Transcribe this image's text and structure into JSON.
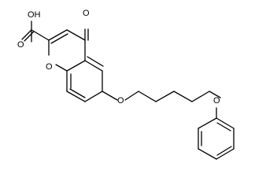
{
  "molecule": {
    "labels": {
      "acid_oh": "OH",
      "acid_o": "O",
      "keto_o": "O",
      "ring_o": "O",
      "ether_o": "O",
      "phenoxy_o": "O"
    }
  }
}
